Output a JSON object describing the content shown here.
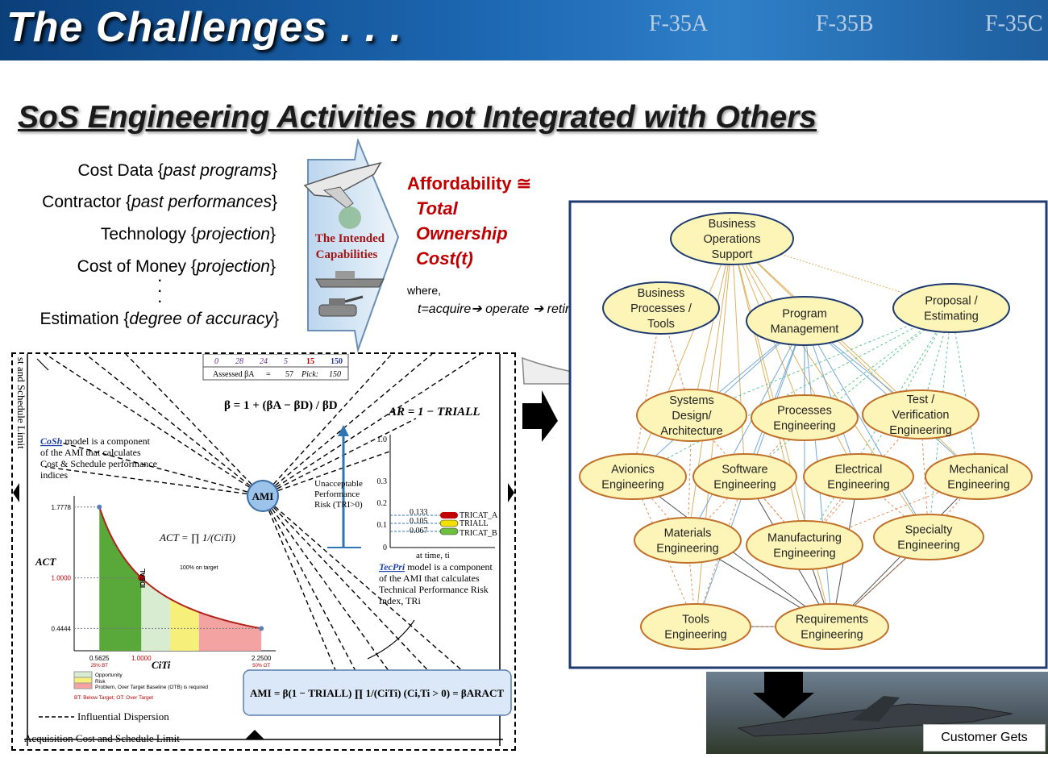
{
  "banner": {
    "title": "The Challenges . . .",
    "variants": [
      "F-35A",
      "F-35B",
      "F-35C"
    ]
  },
  "subtitle": "SoS Engineering Activities not Integrated with Others",
  "inputs": [
    {
      "label": "Cost Data",
      "qualifier": "past programs"
    },
    {
      "label": "Contractor",
      "qualifier": "past performances"
    },
    {
      "label": "Technology",
      "qualifier": "projection"
    },
    {
      "label": "Cost of Money",
      "qualifier": "projection"
    },
    {
      "label": "Estimation",
      "qualifier": "degree of accuracy"
    }
  ],
  "capabilities_label": [
    "The Intended",
    "Capabilities"
  ],
  "affordability": {
    "head": "Affordability ≅",
    "lines": [
      "Total",
      "Ownership",
      "Cost(t)"
    ],
    "where": "where,",
    "t_prefix": "t=acquire",
    "t_mid": " operate ",
    "t_end": " retire"
  },
  "left_diagram": {
    "side_label": "st and Schedule Limit",
    "bottom_label": "Acquisition Cost and Schedule Limit",
    "influence_legend": "Influential Dispersion",
    "ami_node": "AMI",
    "table": {
      "row1": [
        "0",
        "28",
        "24",
        "5",
        "15",
        "150"
      ],
      "row2_label": "Assessed βA",
      "row2_eq": "=",
      "row2_val": "57",
      "pick": "Pick:",
      "pick_val": "150"
    },
    "beta_formula": "β = 1 + (βA − βD) / βD",
    "ar_formula": "AR = 1 − TRIALL",
    "cosh": {
      "link": "CoSh",
      "text": [
        " model is a component",
        "of the AMI that calculates",
        "Cost & Schedule performance",
        "indices"
      ]
    },
    "tecpri": {
      "link": "TecPri",
      "text": [
        " model is a component",
        "of the AMI that calculates",
        "Technical Performance Risk",
        "Index, TRi"
      ]
    },
    "act_chart": {
      "ylabel": "ACT",
      "xlabel": "CiTi",
      "yticks": [
        "1.7778",
        "1.0000",
        "0.4444"
      ],
      "xticks": [
        "0.5625",
        "1.0000",
        "2.2500"
      ],
      "xsub": [
        "25% BT",
        "",
        "50% OT"
      ],
      "ideal": "IDEAL",
      "target_note": "100% on target",
      "formula": "ACT = ∏ 1/(CiTi)",
      "points": [
        {
          "x": 0.5625,
          "y": 1.7778
        },
        {
          "x": 1.0,
          "y": 1.0
        },
        {
          "x": 2.25,
          "y": 0.4444
        }
      ]
    },
    "legend": [
      "Opportunity",
      "Risk",
      "Problem, Over Target Baseline (OTB) is required"
    ],
    "legend_note": "BT: Below Target; OT: Over Target",
    "tri_chart": {
      "label": [
        "Unacceptable",
        "Performance",
        "Risk (TRI>0)"
      ],
      "yticks": [
        "1.0",
        "0.3",
        "0.2",
        "0.1",
        "0"
      ],
      "xlabel": "at time, ti",
      "values": [
        "0.133",
        "0.105",
        "0.067"
      ],
      "names": [
        "TRICAT_A",
        "TRIALL",
        "TRICAT_B"
      ],
      "colors": [
        "#c00000",
        "#f2e000",
        "#6fbf3f"
      ]
    },
    "ami_formula": "AMI = β(1 − TRIALL) ∏ 1/(CiTi)  (Ci,Ti > 0) = βARACT"
  },
  "network": {
    "nodes": [
      {
        "id": "bos",
        "lines": [
          "Business",
          "Operations",
          "Support"
        ]
      },
      {
        "id": "bpt",
        "lines": [
          "Business",
          "Processes /",
          "Tools"
        ]
      },
      {
        "id": "pm",
        "lines": [
          "Program",
          "Management"
        ]
      },
      {
        "id": "pe",
        "lines": [
          "Proposal /",
          "Estimating"
        ]
      },
      {
        "id": "sda",
        "lines": [
          "Systems",
          "Design/",
          "Architecture"
        ]
      },
      {
        "id": "proc",
        "lines": [
          "Processes",
          "Engineering"
        ]
      },
      {
        "id": "tve",
        "lines": [
          "Test /",
          "Verification",
          "Engineering"
        ]
      },
      {
        "id": "av",
        "lines": [
          "Avionics",
          "Engineering"
        ]
      },
      {
        "id": "sw",
        "lines": [
          "Software",
          "Engineering"
        ]
      },
      {
        "id": "el",
        "lines": [
          "Electrical",
          "Engineering"
        ]
      },
      {
        "id": "me",
        "lines": [
          "Mechanical",
          "Engineering"
        ]
      },
      {
        "id": "mat",
        "lines": [
          "Materials",
          "Engineering"
        ]
      },
      {
        "id": "mfg",
        "lines": [
          "Manufacturing",
          "Engineering"
        ]
      },
      {
        "id": "spec",
        "lines": [
          "Specialty",
          "Engineering"
        ]
      },
      {
        "id": "tools",
        "lines": [
          "Tools",
          "Engineering"
        ]
      },
      {
        "id": "req",
        "lines": [
          "Requirements",
          "Engineering"
        ]
      }
    ],
    "edge_color_mgmt": "#d9a441",
    "edge_color_pm": "#5b9bd5",
    "edge_color_pe": "#3fbf7f",
    "edge_color_req": "#333333",
    "edge_color_other": "#e07b39"
  },
  "customer": "Customer Gets"
}
